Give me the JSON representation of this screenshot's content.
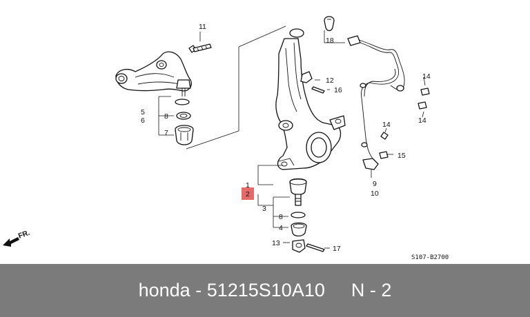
{
  "diagram": {
    "callouts": {
      "c11": "11",
      "c18": "18",
      "c12": "12",
      "c16": "16",
      "c5": "5",
      "c6": "6",
      "c8a": "8",
      "c7": "7",
      "c14a": "14",
      "c14b": "14",
      "c14c": "14",
      "c15": "15",
      "c9": "9",
      "c10": "10",
      "c1": "1",
      "c2": "2",
      "c3": "3",
      "c8b": "8",
      "c4": "4",
      "c13": "13",
      "c17": "17"
    },
    "highlight_color": "#e56a6a",
    "front_arrow_label": "FR.",
    "diagram_code": "S107-B2700"
  },
  "footer": {
    "brand": "honda",
    "part_number": "51215S10A10",
    "position": "N - 2"
  }
}
